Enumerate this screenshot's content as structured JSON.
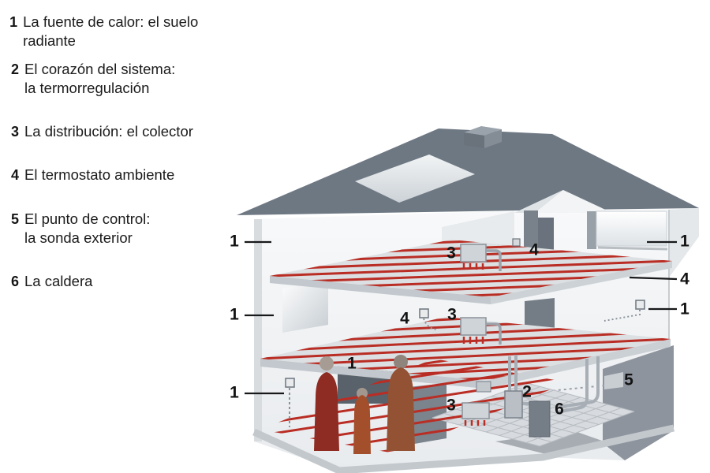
{
  "legend": {
    "items": [
      {
        "num": "1",
        "lines": [
          "La fuente de calor: el suelo radiante"
        ]
      },
      {
        "num": "2",
        "lines": [
          "El corazón del sistema:",
          "la termorregulación"
        ]
      },
      {
        "num": "3",
        "lines": [
          "La distribución: el colector"
        ]
      },
      {
        "num": "4",
        "lines": [
          "El termostato ambiente"
        ]
      },
      {
        "num": "5",
        "lines": [
          "El punto de control:",
          "la sonda exterior"
        ]
      },
      {
        "num": "6",
        "lines": [
          "La caldera"
        ]
      }
    ]
  },
  "callouts": [
    {
      "num": "1",
      "target": "suelo-radiante-floor2-left"
    },
    {
      "num": "1",
      "target": "suelo-radiante-floor1-left"
    },
    {
      "num": "1",
      "target": "suelo-radiante-ground-left"
    },
    {
      "num": "1",
      "target": "suelo-radiante-slab-edge"
    },
    {
      "num": "3",
      "target": "colector-floor2"
    },
    {
      "num": "4",
      "target": "termostato-floor2"
    },
    {
      "num": "1",
      "target": "suelo-radiante-right-wing"
    },
    {
      "num": "4",
      "target": "termostato-slab-right"
    },
    {
      "num": "1",
      "target": "termostato-floor1-right"
    },
    {
      "num": "4",
      "target": "termostato-floor1"
    },
    {
      "num": "3",
      "target": "colector-floor1"
    },
    {
      "num": "2",
      "target": "termorregulacion"
    },
    {
      "num": "6",
      "target": "caldera"
    },
    {
      "num": "3",
      "target": "colector-ground"
    },
    {
      "num": "5",
      "target": "sonda-exterior"
    }
  ],
  "colors": {
    "coil_red": "#b92d24",
    "roof_gray": "#6e7883",
    "wall_light": "#f3f5f6",
    "basement_dark": "#8d949d",
    "text": "#151515"
  }
}
